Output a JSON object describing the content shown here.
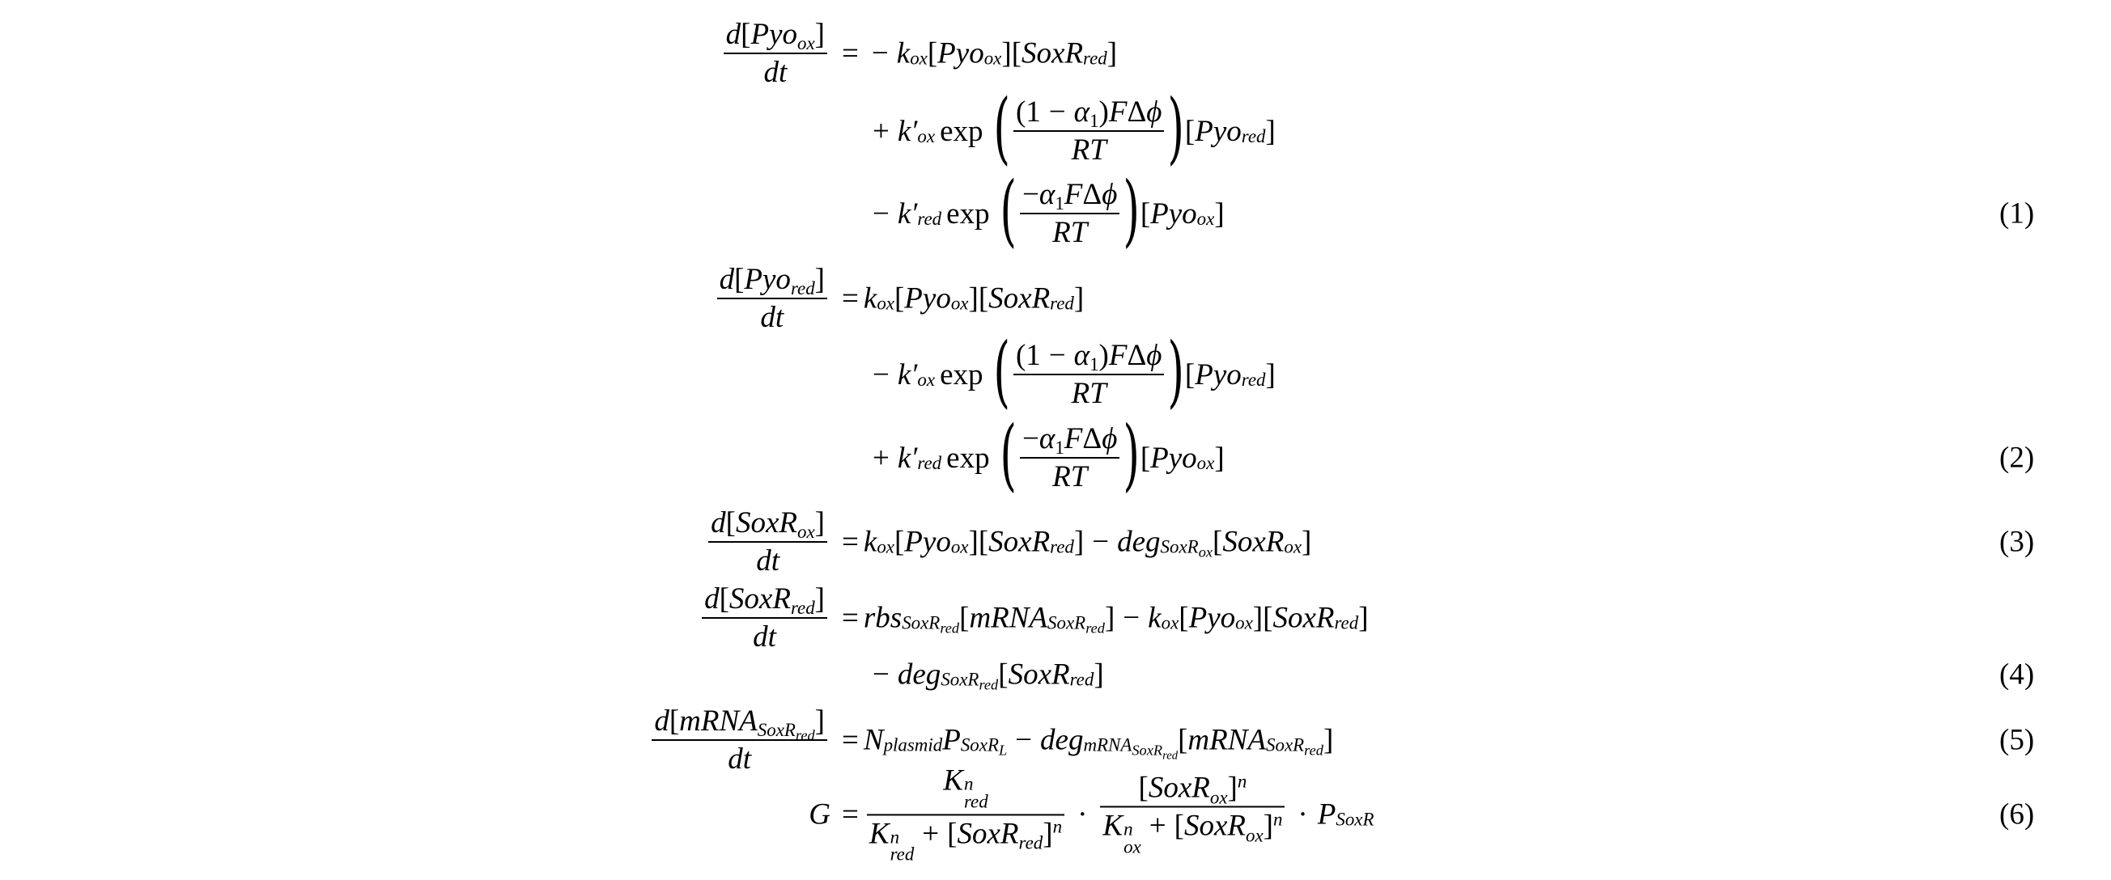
{
  "document": {
    "type": "equation-block",
    "equations": [
      {
        "number": "(1)",
        "lhs": {
          "num": "d[Pyo_ox]",
          "den": "dt"
        },
        "rows": [
          "= − k_ox [Pyo_ox][SoxR_red]",
          "+ k′_ox exp((1 − α_1)FΔϕ / RT)[Pyo_red]",
          "− k′_red exp(−α_1 FΔϕ / RT)[Pyo_ox]"
        ]
      },
      {
        "number": "(2)",
        "lhs": {
          "num": "d[Pyo_red]",
          "den": "dt"
        },
        "rows": [
          "= k_ox [Pyo_ox][SoxR_red]",
          "− k′_ox exp((1 − α_1)FΔϕ / RT)[Pyo_red]",
          "+ k′_red exp(−α_1 FΔϕ / RT)[Pyo_ox]"
        ]
      },
      {
        "number": "(3)",
        "lhs": {
          "num": "d[SoxR_ox]",
          "den": "dt"
        },
        "rows": [
          "= k_ox [Pyo_ox][SoxR_red] − deg_{SoxR_ox}[SoxR_ox]"
        ]
      },
      {
        "number": "(4)",
        "lhs": {
          "num": "d[SoxR_red]",
          "den": "dt"
        },
        "rows": [
          "= rbs_{SoxR_red}[mRNA_{SoxR_red}] − k_ox [Pyo_ox][SoxR_red]",
          "− deg_{SoxR_red}[SoxR_red]"
        ]
      },
      {
        "number": "(5)",
        "lhs": {
          "num": "d[mRNA_{SoxR_red}]",
          "den": "dt"
        },
        "rows": [
          "= N_plasmid P_{SoxR_L} − deg_{mRNA_{SoxR_red}}[mRNA_{SoxR_red}]"
        ]
      },
      {
        "number": "(6)",
        "lhs": {
          "text": "G"
        },
        "rows": [
          "= K_red^n / (K_red^n + [SoxR_red]^n) · [SoxR_ox]^n / (K_ox^n + [SoxR_ox]^n) · P_SoxR"
        ]
      }
    ],
    "symbols": {
      "d": "d",
      "dt": "dt",
      "Pyo": "Pyo",
      "SoxR": "SoxR",
      "mRNA": "mRNA",
      "ox": "ox",
      "red": "red",
      "k": "k",
      "kprime": "k′",
      "exp": "exp",
      "one": "1",
      "alpha": "α",
      "alpha_sub": "1",
      "F": "F",
      "Delta": "Δ",
      "phi": "ϕ",
      "RT": "RT",
      "deg": "deg",
      "rbs": "rbs",
      "N": "N",
      "plasmid": "plasmid",
      "P": "P",
      "L": "L",
      "G": "G",
      "K": "K",
      "n": "n",
      "lb": "[",
      "rb": "]",
      "lp": "(",
      "rp": ")",
      "eq": "=",
      "minus": "−",
      "plus": "+",
      "cdot": "·"
    }
  }
}
